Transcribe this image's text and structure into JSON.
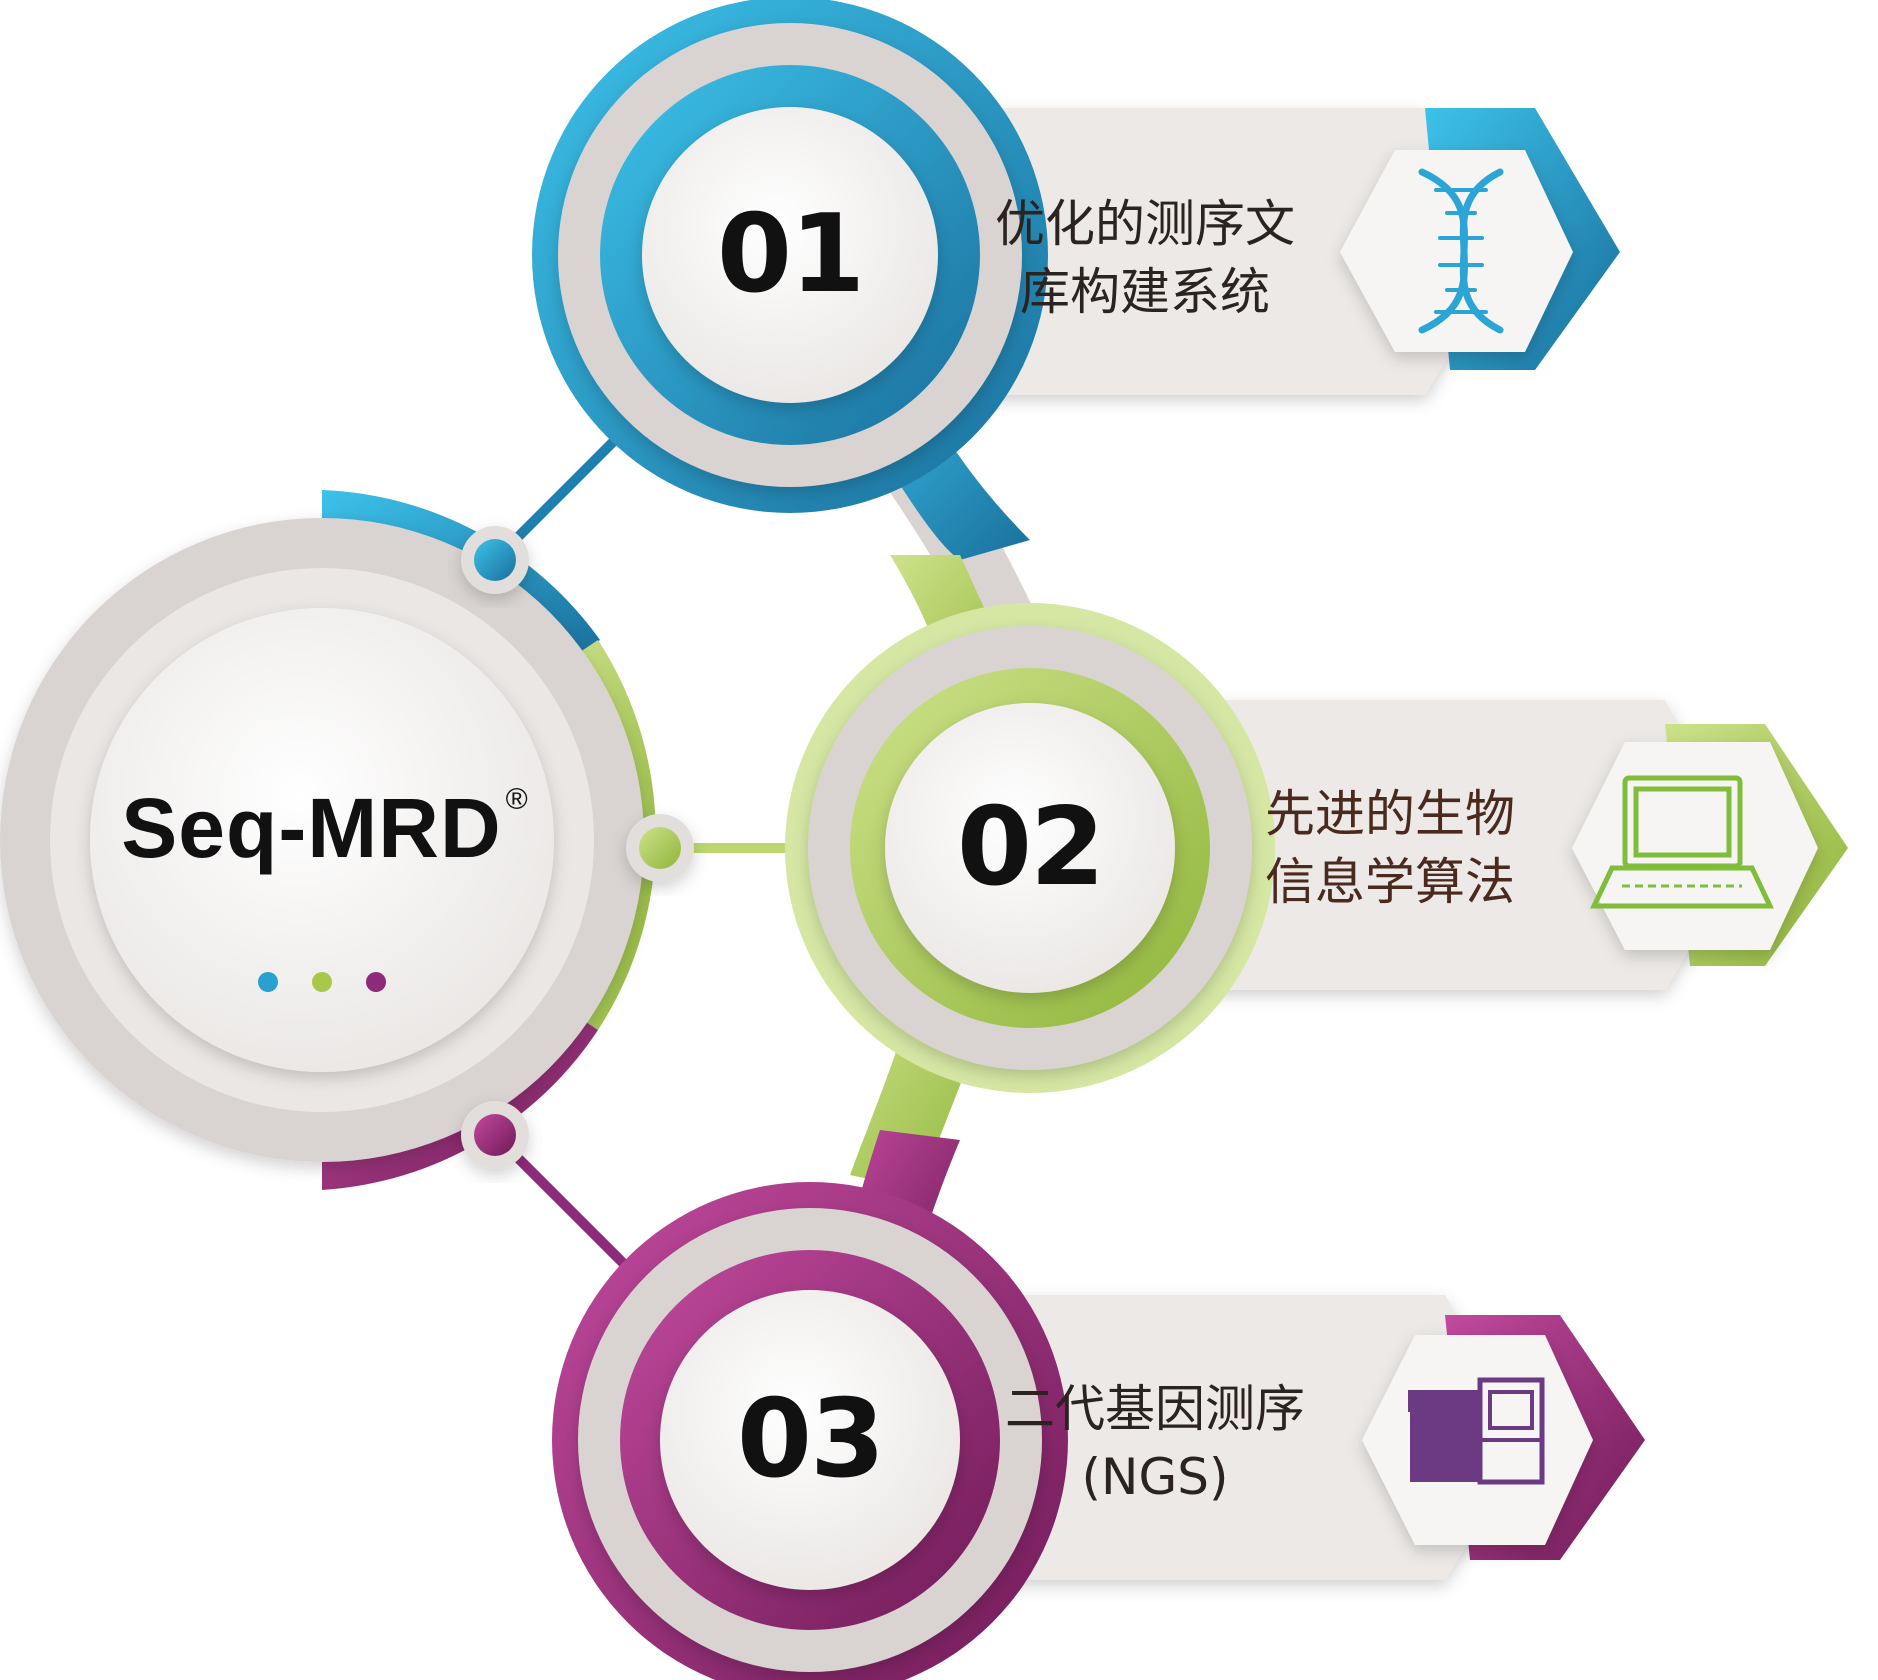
{
  "title": "Seq-MRD",
  "registered": "®",
  "items": [
    {
      "number": "01",
      "label_lines": [
        "优化的测序文",
        "库构建系统"
      ],
      "icon": "dna-icon",
      "color": "#2a9fd0"
    },
    {
      "number": "02",
      "label_lines": [
        "先进的生物",
        "信息学算法"
      ],
      "icon": "laptop-icon",
      "color": "#a8c84a"
    },
    {
      "number": "03",
      "label_lines": [
        "二代基因测序",
        "(NGS)"
      ],
      "icon": "sequencer-icon",
      "color": "#8e2a7a"
    }
  ],
  "colors": {
    "blue": "#2a9fd0",
    "green": "#a8c84a",
    "purple": "#8e2a7a",
    "panel": "#ece9e6",
    "ring": "#d9d4d2"
  }
}
